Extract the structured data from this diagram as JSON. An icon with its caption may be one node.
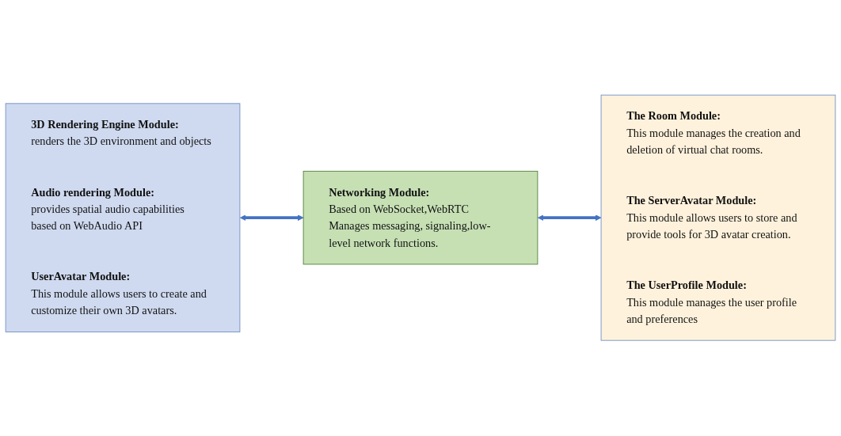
{
  "diagram": {
    "nodes": [
      {
        "text": [
          "3D Rendering Engine Module:",
          "renders the 3D environment and objects",
          "Audio rendering Module:",
          "provides spatial audio capabilities based on WebAudio API",
          "UserAvatar Module:",
          "This module allows users to create and customize their own 3D avatars."
        ]
      },
      {
        "text": [
          "Networking Module:",
          "Based on WebSocket,WebRTC Manages messaging, signaling,low-level network functions."
        ]
      },
      {
        "text": [
          "The Room Module:",
          "This module manages the creation and deletion of virtual chat rooms.",
          "The ServerAvatar Module:",
          "This module allows users to store and provide tools for 3D avatar creation.",
          "The UserProfile Module:",
          "This module manages the user profile and preferences"
        ]
      }
    ],
    "edges": [
      {
        "from": 0,
        "to": 1,
        "arrow": "both"
      },
      {
        "from": 1,
        "to": 2,
        "arrow": "both"
      }
    ]
  }
}
